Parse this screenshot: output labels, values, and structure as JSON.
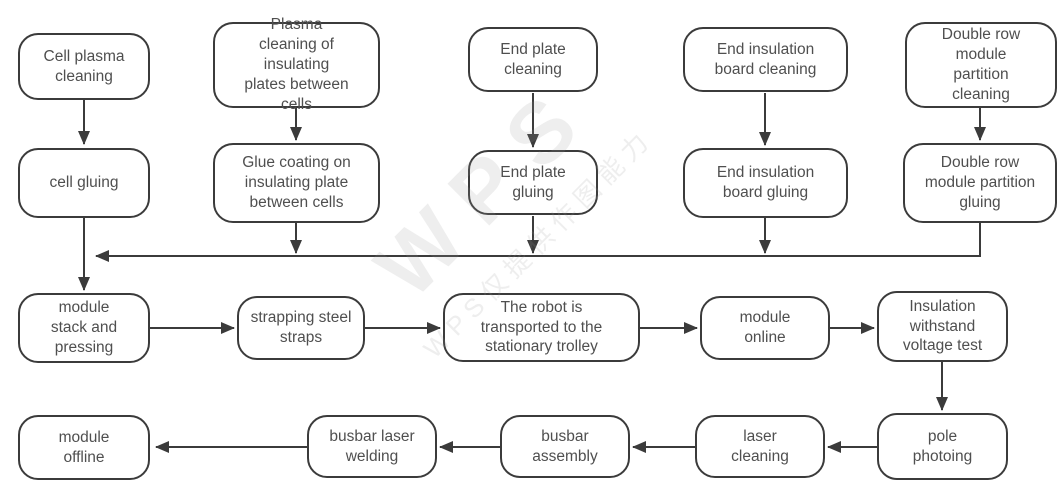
{
  "flowchart": {
    "rows": [
      {
        "name": "cleaning-row",
        "nodes": [
          {
            "id": "cell-plasma-cleaning",
            "label": "Cell plasma cleaning"
          },
          {
            "id": "plasma-cleaning-insulating-plates",
            "label": "Plasma cleaning of insulating plates between cells"
          },
          {
            "id": "end-plate-cleaning",
            "label": "End plate cleaning"
          },
          {
            "id": "end-insulation-board-cleaning",
            "label": "End insulation board cleaning"
          },
          {
            "id": "double-row-module-partition-cleaning",
            "label": "Double row module partition cleaning"
          }
        ]
      },
      {
        "name": "gluing-row",
        "nodes": [
          {
            "id": "cell-gluing",
            "label": "cell gluing"
          },
          {
            "id": "glue-coating-insulating-plate",
            "label": "Glue coating on insulating plate between cells"
          },
          {
            "id": "end-plate-gluing",
            "label": "End plate gluing"
          },
          {
            "id": "end-insulation-board-gluing",
            "label": "End insulation board gluing"
          },
          {
            "id": "double-row-module-partition-gluing",
            "label": "Double row module partition gluing"
          }
        ]
      },
      {
        "name": "assembly-row",
        "nodes": [
          {
            "id": "module-stack-and-pressing",
            "label": "module stack and pressing"
          },
          {
            "id": "strapping-steel-straps",
            "label": "strapping steel straps"
          },
          {
            "id": "robot-transport-trolley",
            "label": "The robot is transported to the stationary trolley"
          },
          {
            "id": "module-online",
            "label": "module online"
          },
          {
            "id": "insulation-withstand-voltage-test",
            "label": "Insulation withstand voltage test"
          }
        ]
      },
      {
        "name": "finishing-row",
        "nodes": [
          {
            "id": "module-offline",
            "label": "module offline"
          },
          {
            "id": "busbar-laser-welding",
            "label": "busbar laser welding"
          },
          {
            "id": "busbar-assembly",
            "label": "busbar assembly"
          },
          {
            "id": "laser-cleaning",
            "label": "laser cleaning"
          },
          {
            "id": "pole-photoing",
            "label": "pole photoing"
          }
        ]
      }
    ],
    "edges": [
      {
        "from": "cell-plasma-cleaning",
        "to": "cell-gluing"
      },
      {
        "from": "plasma-cleaning-insulating-plates",
        "to": "glue-coating-insulating-plate"
      },
      {
        "from": "end-plate-cleaning",
        "to": "end-plate-gluing"
      },
      {
        "from": "end-insulation-board-cleaning",
        "to": "end-insulation-board-gluing"
      },
      {
        "from": "double-row-module-partition-cleaning",
        "to": "double-row-module-partition-gluing"
      },
      {
        "from": "cell-gluing",
        "to": "module-stack-and-pressing"
      },
      {
        "from": "glue-coating-insulating-plate",
        "to": "module-stack-and-pressing"
      },
      {
        "from": "end-plate-gluing",
        "to": "module-stack-and-pressing"
      },
      {
        "from": "end-insulation-board-gluing",
        "to": "module-stack-and-pressing"
      },
      {
        "from": "double-row-module-partition-gluing",
        "to": "module-stack-and-pressing"
      },
      {
        "from": "module-stack-and-pressing",
        "to": "strapping-steel-straps"
      },
      {
        "from": "strapping-steel-straps",
        "to": "robot-transport-trolley"
      },
      {
        "from": "robot-transport-trolley",
        "to": "module-online"
      },
      {
        "from": "module-online",
        "to": "insulation-withstand-voltage-test"
      },
      {
        "from": "insulation-withstand-voltage-test",
        "to": "pole-photoing"
      },
      {
        "from": "pole-photoing",
        "to": "laser-cleaning"
      },
      {
        "from": "laser-cleaning",
        "to": "busbar-assembly"
      },
      {
        "from": "busbar-assembly",
        "to": "busbar-laser-welding"
      },
      {
        "from": "busbar-laser-welding",
        "to": "module-offline"
      }
    ]
  },
  "watermark": {
    "large": "WPS",
    "small": "WPS仅提供作图能力"
  },
  "colors": {
    "node_border": "#3b3b3b",
    "node_fill": "#ffffff",
    "text": "#4f4f4f",
    "arrow": "#3b3b3b",
    "background": "#ffffff"
  }
}
